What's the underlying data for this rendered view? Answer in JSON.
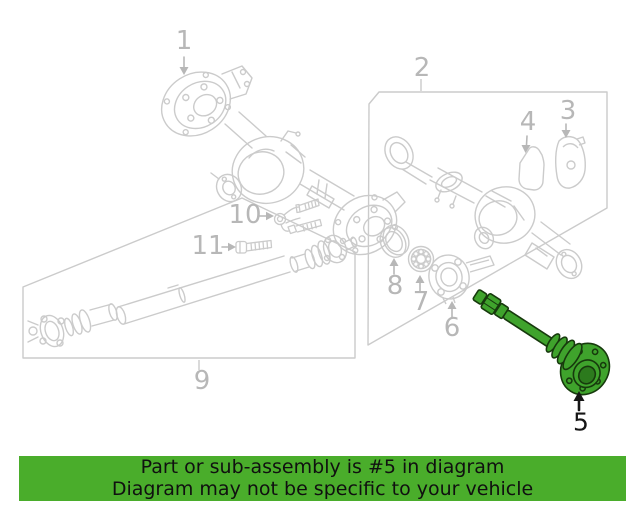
{
  "diagram": {
    "callouts": [
      {
        "label": "1"
      },
      {
        "label": "2"
      },
      {
        "label": "3"
      },
      {
        "label": "4"
      },
      {
        "label": "5"
      },
      {
        "label": "6"
      },
      {
        "label": "7"
      },
      {
        "label": "8"
      },
      {
        "label": "9"
      },
      {
        "label": "10"
      },
      {
        "label": "11"
      }
    ],
    "highlighted_callout": "5",
    "colors": {
      "line": "#cbcbcb",
      "callout_label": "#b7b7b7",
      "highlight_fill": "#3fa32c",
      "highlight_outline": "#173a0d",
      "highlight_callout": "#161616",
      "banner_green": "#4aad2b"
    }
  },
  "banner": {
    "line1": "Part or sub-assembly is #5 in diagram",
    "line2": "Diagram may not be specific to your vehicle"
  }
}
